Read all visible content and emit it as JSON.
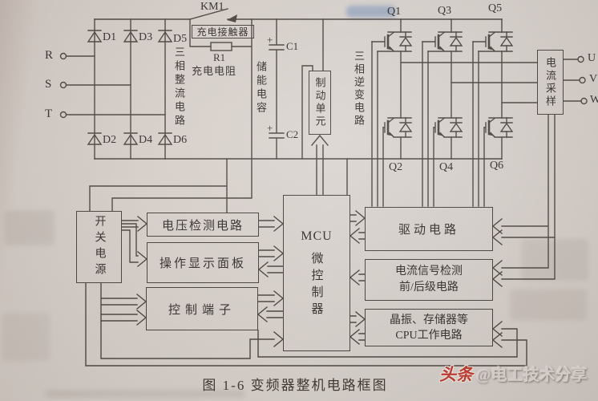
{
  "colors": {
    "paper": "#d6cfc9",
    "line": "#47413b",
    "ink": "#2e2a26",
    "watermark_red": "#c2352a"
  },
  "power_input": {
    "terminals": [
      "R",
      "S",
      "T"
    ]
  },
  "rectifier": {
    "label": "三相整流电路",
    "diodes_top": [
      "D1",
      "D3",
      "D5"
    ],
    "diodes_bottom": [
      "D2",
      "D4",
      "D6"
    ]
  },
  "charging": {
    "contactor_id": "KM1",
    "contactor_label": "充电接触器",
    "resistor_id": "R1",
    "resistor_label": "充电电阻"
  },
  "dc_link": {
    "label": "储能电容",
    "c1": "C1",
    "c2": "C2",
    "plus": "+"
  },
  "braking": {
    "label": "制动单元"
  },
  "inverter": {
    "label": "三相逆变电路",
    "igbts_top": [
      "Q1",
      "Q3",
      "Q5"
    ],
    "igbts_bottom": [
      "Q2",
      "Q4",
      "Q6"
    ]
  },
  "sampling": {
    "label": "电流采样",
    "terminals": [
      "U",
      "V",
      "W"
    ]
  },
  "control": {
    "power_supply": "开关电源",
    "voltage_detect": "电压检测电路",
    "panel": "操作显示面板",
    "terminals": "控制端子",
    "mcu_title": "MCU",
    "mcu_sub": "微控制器",
    "drive": "驱动电路",
    "current_detect_1": "电流信号检测",
    "current_detect_2": "前/后级电路",
    "cpu_1": "晶振、存储器等",
    "cpu_2": "CPU工作电路"
  },
  "page": {
    "caption": "图 1-6  变频器整机电路框图"
  },
  "watermark": {
    "brand": "头条",
    "handle": "@电工技术分享"
  }
}
